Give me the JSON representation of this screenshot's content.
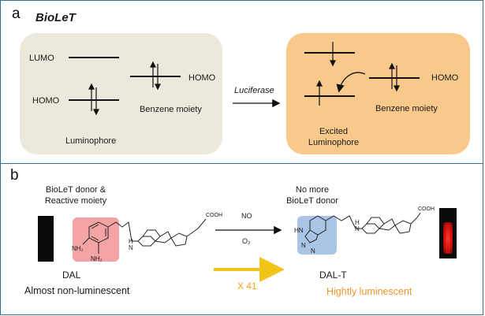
{
  "panel_a": {
    "letter": "a",
    "title": "BioLeT",
    "left_box": {
      "lumo": "LUMO",
      "homo_left": "HOMO",
      "homo_right": "HOMO",
      "benzene": "Benzene moiety",
      "luminophore": "Luminophore",
      "color": "#ede8dc"
    },
    "arrow_label": "Luciferase",
    "right_box": {
      "homo": "HOMO",
      "benzene": "Benzene moiety",
      "excited_line1": "Excited",
      "excited_line2": "Luminophore",
      "color": "#f9c98c"
    }
  },
  "panel_b": {
    "letter": "b",
    "dal": {
      "note_line1": "BioLeT donor &",
      "note_line2": "Reactive moiety",
      "nh2_top": "NH₂",
      "nh2_bottom": "NH₂",
      "n_h": "N",
      "h": "H",
      "cooh": "COOH",
      "name": "DAL",
      "description": "Almost non-luminescent",
      "highlight_color": "#f4a4a4"
    },
    "reaction": {
      "above": "NO",
      "below": "O₂",
      "fold": "X 41",
      "fold_color": "#f3a41a"
    },
    "dalt": {
      "note_line1": "No more",
      "note_line2": "BioLeT donor",
      "hn": "HN",
      "n_ring": "N",
      "n_bottom": "N",
      "n_h": "N",
      "h": "H",
      "cooh": "COOH",
      "name": "DAL-T",
      "description": "Hightly luminescent",
      "description_color": "#f3962c",
      "highlight_color": "#a9c4e4"
    }
  }
}
